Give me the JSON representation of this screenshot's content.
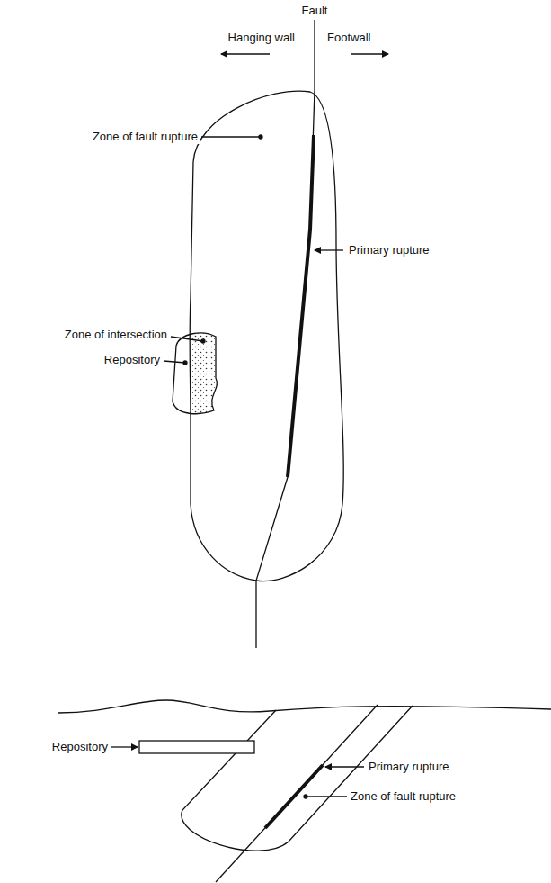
{
  "diagram": {
    "labels": [
      "Fault",
      "Hanging wall",
      "Footwall",
      "Zone of fault rupture",
      "Primary rupture",
      "Zone of intersection",
      "Repository",
      "Repository",
      "Primary rupture",
      "Zone of fault rupture"
    ]
  }
}
